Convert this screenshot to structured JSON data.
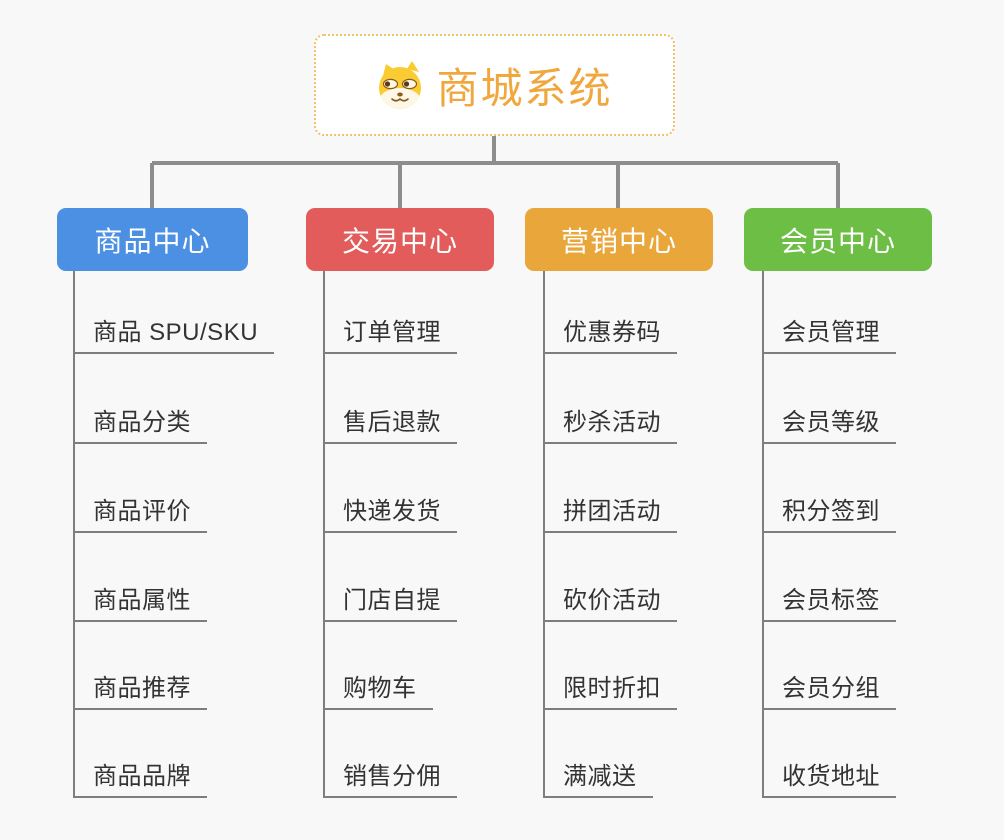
{
  "root": {
    "title": "商城系统",
    "icon": "doge-icon"
  },
  "branches": [
    {
      "label": "商品中心",
      "color": "#4b90e2",
      "items": [
        "商品 SPU/SKU",
        "商品分类",
        "商品评价",
        "商品属性",
        "商品推荐",
        "商品品牌"
      ]
    },
    {
      "label": "交易中心",
      "color": "#e25c5c",
      "items": [
        "订单管理",
        "售后退款",
        "快递发货",
        "门店自提",
        "购物车",
        "销售分佣"
      ]
    },
    {
      "label": "营销中心",
      "color": "#e9a73b",
      "items": [
        "优惠券码",
        "秒杀活动",
        "拼团活动",
        "砍价活动",
        "限时折扣",
        "满减送"
      ]
    },
    {
      "label": "会员中心",
      "color": "#6cbe45",
      "items": [
        "会员管理",
        "会员等级",
        "积分签到",
        "会员标签",
        "会员分组",
        "收货地址"
      ]
    }
  ],
  "colors": {
    "background": "#f8f8f8",
    "root_accent": "#f0a73e",
    "root_border": "#f2bf6b",
    "connector": "#8d8d8d",
    "child_line": "#7e7e7e",
    "child_text": "#333333"
  }
}
